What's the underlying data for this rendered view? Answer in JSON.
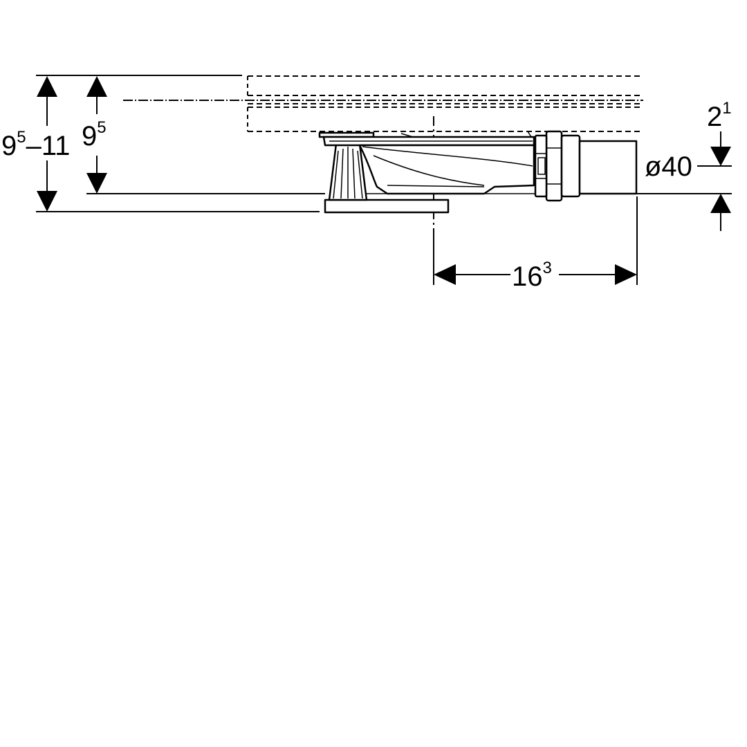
{
  "dimensions": {
    "height_range": {
      "base": "9",
      "base_sup": "5",
      "suffix": "–11"
    },
    "height_min": {
      "base": "9",
      "base_sup": "5"
    },
    "outlet_offset": {
      "base": "2",
      "base_sup": "1"
    },
    "outlet_diameter": {
      "text": "ø40"
    },
    "horizontal_length": {
      "base": "16",
      "base_sup": "3"
    }
  },
  "colors": {
    "line": "#000000",
    "background": "#ffffff"
  }
}
